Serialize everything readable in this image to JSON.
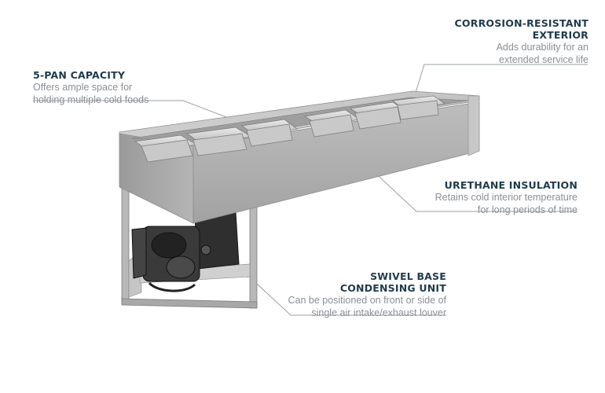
{
  "callouts": {
    "pan_capacity": {
      "title": "5-PAN CAPACITY",
      "desc_line1": "Offers ample space for",
      "desc_line2": "holding multiple cold foods"
    },
    "corrosion": {
      "title_line1": "CORROSION-RESISTANT",
      "title_line2": "EXTERIOR",
      "desc_line1": "Adds durability for an",
      "desc_line2": "extended service life"
    },
    "insulation": {
      "title": "URETHANE INSULATION",
      "desc_line1": "Retains cold interior temperature",
      "desc_line2": "for long periods of time"
    },
    "condensing": {
      "title_line1": "SWIVEL BASE",
      "title_line2": "CONDENSING UNIT",
      "desc_line1": "Can be positioned on front or side of",
      "desc_line2": "single air intake/exhaust louver"
    }
  },
  "colors": {
    "title": "#1f3b4d",
    "description": "#8a8f95",
    "leader_line": "#9aa0a6",
    "steel_light": "#d4d4d4",
    "steel_mid": "#b3b3b3",
    "steel_dark": "#8c8c8c",
    "compressor": "#2b2b2b"
  }
}
